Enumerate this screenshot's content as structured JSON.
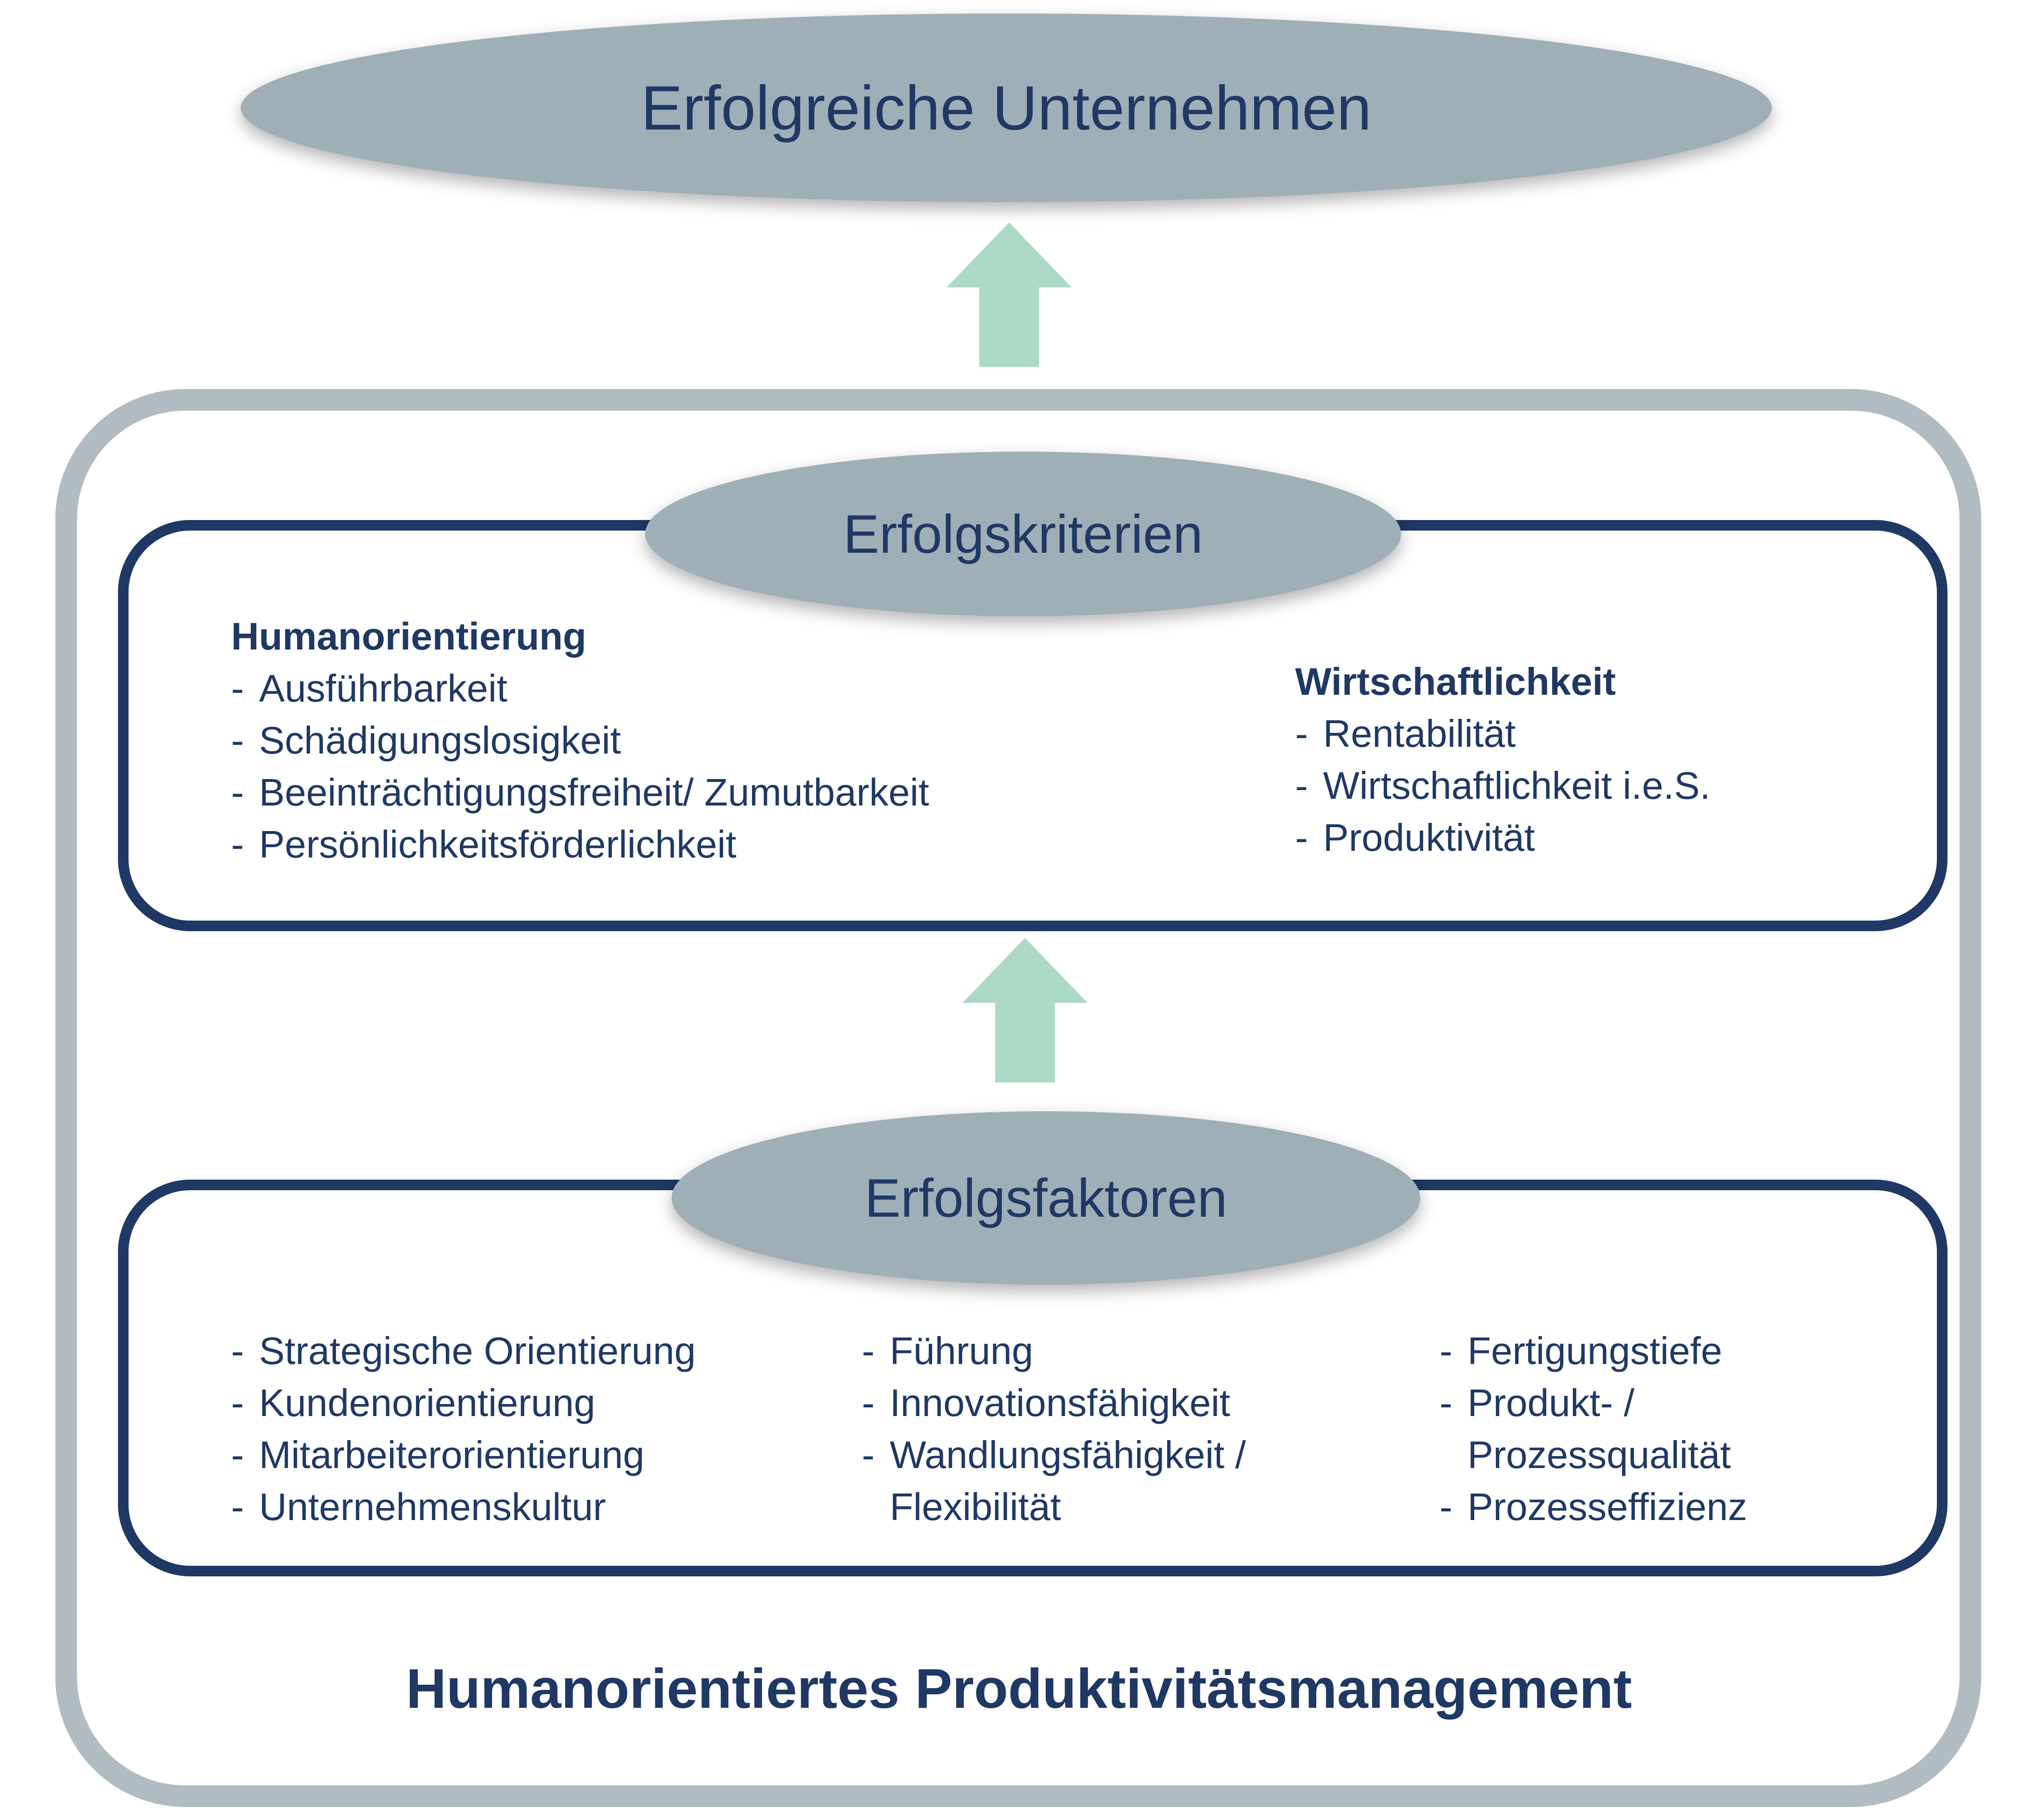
{
  "bullet": "-",
  "colors": {
    "navy": "#1F3864",
    "ellipse_gray": "#9FAFB8",
    "outer_border_gray": "#B0BCC1",
    "arrow_mint": "#ABD9C5",
    "background": "#FFFFFF"
  },
  "top_ellipse": {
    "label": "Erfolgreiche Unternehmen"
  },
  "criteria_section": {
    "ellipse_label": "Erfolgskriterien",
    "human": {
      "title": "Humanorientierung",
      "items": [
        "Ausführbarkeit",
        "Schädigungslosigkeit",
        "Beeinträchtigungsfreiheit/ Zumutbarkeit",
        "Persönlichkeitsförderlichkeit"
      ]
    },
    "economic": {
      "title": "Wirtschaftlichkeit",
      "items": [
        "Rentabilität",
        "Wirtschaftlichkeit i.e.S.",
        "Produktivität"
      ]
    }
  },
  "factors_section": {
    "ellipse_label": "Erfolgsfaktoren",
    "col1": [
      "Strategische Orientierung",
      "Kundenorientierung",
      "Mitarbeiterorientierung",
      "Unternehmenskultur"
    ],
    "col2": [
      "Führung",
      "Innovationsfähigkeit",
      "Wandlungsfähigkeit /\nFlexibilität"
    ],
    "col3": [
      "Fertigungstiefe",
      "Produkt- /\nProzessqualität",
      "Prozesseffizienz"
    ]
  },
  "footer": {
    "title": "Humanorientiertes Produktivitätsmanagement"
  }
}
